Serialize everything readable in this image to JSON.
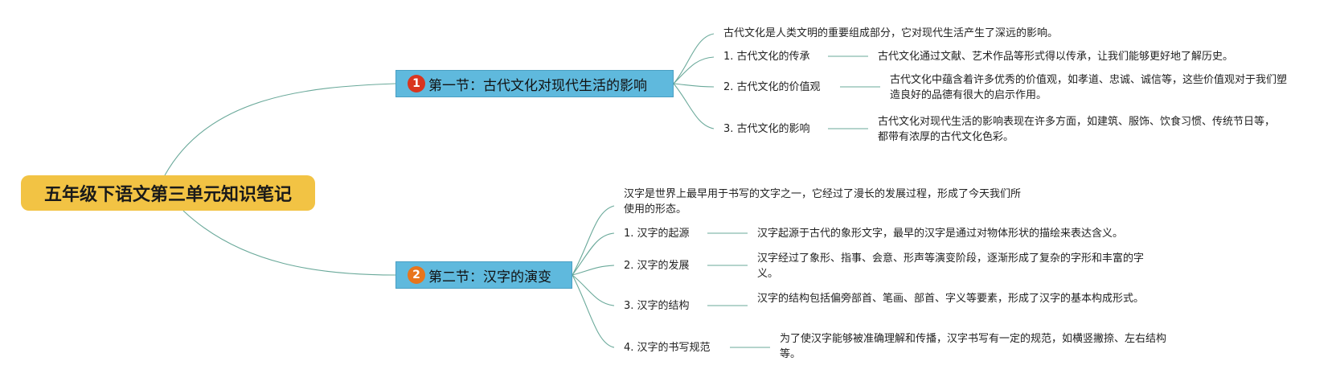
{
  "root": {
    "title": "五年级下语文第三单元知识笔记"
  },
  "sections": [
    {
      "badge": "1",
      "badge_color": "#d9351f",
      "title": "第一节：古代文化对现代生活的影响",
      "intro": "古代文化是人类文明的重要组成部分，它对现代生活产生了深远的影响。",
      "items": [
        {
          "label": "1. 古代文化的传承",
          "detail": "古代文化通过文献、艺术作品等形式得以传承，让我们能够更好地了解历史。"
        },
        {
          "label": "2. 古代文化的价值观",
          "detail": "古代文化中蕴含着许多优秀的价值观，如孝道、忠诚、诚信等，这些价值观对于我们塑造良好的品德有很大的启示作用。"
        },
        {
          "label": "3. 古代文化的影响",
          "detail": "古代文化对现代生活的影响表现在许多方面，如建筑、服饰、饮食习惯、传统节日等，都带有浓厚的古代文化色彩。"
        }
      ]
    },
    {
      "badge": "2",
      "badge_color": "#e8751c",
      "title": "第二节：汉字的演变",
      "intro": "汉字是世界上最早用于书写的文字之一，它经过了漫长的发展过程，形成了今天我们所使用的形态。",
      "items": [
        {
          "label": "1. 汉字的起源",
          "detail": "汉字起源于古代的象形文字，最早的汉字是通过对物体形状的描绘来表达含义。"
        },
        {
          "label": "2. 汉字的发展",
          "detail": "汉字经过了象形、指事、会意、形声等演变阶段，逐渐形成了复杂的字形和丰富的字义。"
        },
        {
          "label": "3. 汉字的结构",
          "detail": "汉字的结构包括偏旁部首、笔画、部首、字义等要素，形成了汉字的基本构成形式。"
        },
        {
          "label": "4. 汉字的书写规范",
          "detail": "为了使汉字能够被准确理解和传播，汉字书写有一定的规范，如横竖撇捺、左右结构等。"
        }
      ]
    }
  ]
}
